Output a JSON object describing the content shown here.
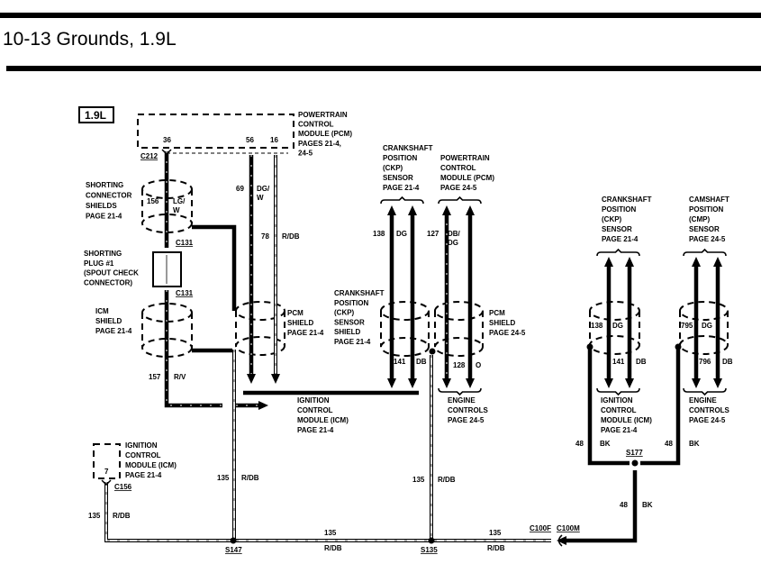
{
  "header": {
    "title": "10-13 Grounds, 1.9L"
  },
  "engine_badge": "1.9L",
  "labels": {
    "pcm_top": [
      "POWERTRAIN",
      "CONTROL",
      "MODULE (PCM)",
      "PAGES 21-4,",
      "24-5"
    ],
    "shorting_conn": [
      "SHORTING",
      "CONNECTOR",
      "SHIELDS",
      "PAGE 21-4"
    ],
    "shorting_plug": [
      "SHORTING",
      "PLUG #1",
      "(SPOUT CHECK",
      "CONNECTOR)"
    ],
    "icm_shield": [
      "ICM",
      "SHIELD",
      "PAGE 21-4"
    ],
    "pcm_shield1": [
      "PCM",
      "SHIELD",
      "PAGE 21-4"
    ],
    "icm_mid": [
      "IGNITION",
      "CONTROL",
      "MODULE (ICM)",
      "PAGE 21-4"
    ],
    "ckp_sensor1": [
      "CRANKSHAFT",
      "POSITION",
      "(CKP)",
      "SENSOR",
      "PAGE 21-4"
    ],
    "pcm_mid": [
      "POWERTRAIN",
      "CONTROL",
      "MODULE (PCM)",
      "PAGE 24-5"
    ],
    "ckp_shield": [
      "CRANKSHAFT",
      "POSITION",
      "(CKP)",
      "SENSOR",
      "SHIELD",
      "PAGE 21-4"
    ],
    "pcm_shield2": [
      "PCM",
      "SHIELD",
      "PAGE 24-5"
    ],
    "engine1": [
      "ENGINE",
      "CONTROLS",
      "PAGE 24-5"
    ],
    "ckp_sensor2": [
      "CRANKSHAFT",
      "POSITION",
      "(CKP)",
      "SENSOR",
      "PAGE 21-4"
    ],
    "cmp_sensor": [
      "CAMSHAFT",
      "POSITION",
      "(CMP)",
      "SENSOR",
      "PAGE 24-5"
    ],
    "icm_right": [
      "IGNITION",
      "CONTROL",
      "MODULE (ICM)",
      "PAGE 21-4"
    ],
    "engine2": [
      "ENGINE",
      "CONTROLS",
      "PAGE 24-5"
    ],
    "icm_bottom": [
      "IGNITION",
      "CONTROL",
      "MODULE (ICM)",
      "PAGE 21-4"
    ]
  },
  "pins": {
    "p36": "36",
    "p56": "56",
    "p16": "16",
    "p7": "7"
  },
  "connectors": {
    "c212": "C212",
    "c131a": "C131",
    "c131b": "C131",
    "c156": "C156",
    "s147": "S147",
    "s135": "S135",
    "s177": "S177",
    "c100f": "C100F",
    "c100m": "C100M"
  },
  "wires": {
    "w156": {
      "circuit": "156",
      "color": [
        "LG/",
        "W"
      ]
    },
    "w69": {
      "circuit": "69",
      "color": [
        "DG/",
        "W"
      ]
    },
    "w78": {
      "circuit": "78",
      "color": [
        "R/DB"
      ]
    },
    "w157": {
      "circuit": "157",
      "color": [
        "R/V"
      ]
    },
    "w135a": {
      "circuit": "135",
      "color": [
        "R/DB"
      ]
    },
    "w138a": {
      "circuit": "138",
      "color": [
        "DG"
      ]
    },
    "w141a": {
      "circuit": "141",
      "color": [
        "DB"
      ]
    },
    "w127": {
      "circuit": "127",
      "color": [
        "DB/",
        "DG"
      ]
    },
    "w128": {
      "circuit": "128",
      "color": [
        "O"
      ]
    },
    "w135b": {
      "circuit": "135",
      "color": [
        "R/DB"
      ]
    },
    "w138b": {
      "circuit": "138",
      "color": [
        "DG"
      ]
    },
    "w141b": {
      "circuit": "141",
      "color": [
        "DB"
      ]
    },
    "w795": {
      "circuit": "795",
      "color": [
        "DG"
      ]
    },
    "w796": {
      "circuit": "796",
      "color": [
        "DB"
      ]
    },
    "w48a": {
      "circuit": "48",
      "color": [
        "BK"
      ]
    },
    "w48b": {
      "circuit": "48",
      "color": [
        "BK"
      ]
    },
    "w48c": {
      "circuit": "48",
      "color": [
        "BK"
      ]
    },
    "w135c": {
      "circuit": "135",
      "color": [
        "R/DB"
      ]
    },
    "w135d": {
      "circuit": "135",
      "color": [
        "R/DB"
      ]
    },
    "w135e": {
      "circuit": "135",
      "color": [
        "R/DB"
      ]
    }
  },
  "colors": {
    "ink": "#000000",
    "background": "#ffffff"
  }
}
